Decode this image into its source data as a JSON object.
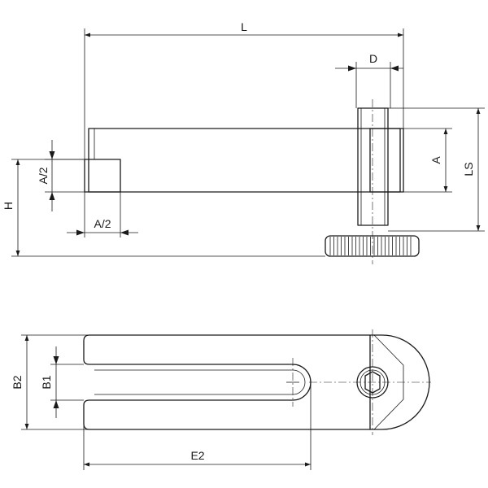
{
  "labels": {
    "L": "L",
    "D": "D",
    "A": "A",
    "LS": "LS",
    "H": "H",
    "A_half_vertical": "A/2",
    "A_half_horizontal": "A/2",
    "B2": "B2",
    "B1": "B1",
    "E2": "E2"
  }
}
